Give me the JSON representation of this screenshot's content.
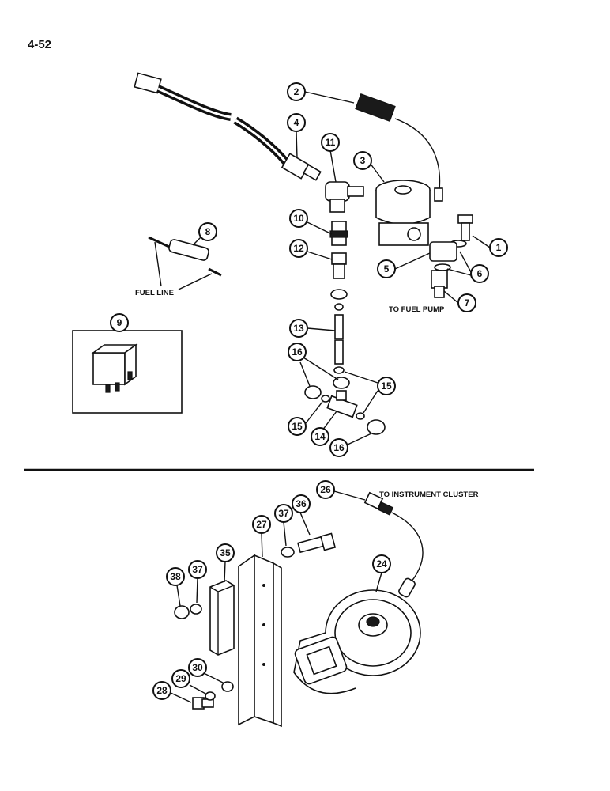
{
  "page": {
    "number": "4-52"
  },
  "labels": {
    "fuel_line": "FUEL LINE",
    "to_fuel_pump": "TO FUEL PUMP",
    "to_instrument_cluster": "TO INSTRUMENT CLUSTER"
  },
  "callouts": {
    "c1": "1",
    "c2": "2",
    "c3": "3",
    "c4": "4",
    "c5": "5",
    "c6": "6",
    "c7": "7",
    "c8": "8",
    "c9": "9",
    "c10": "10",
    "c11": "11",
    "c12": "12",
    "c13": "13",
    "c14": "14",
    "c15a": "15",
    "c15b": "15",
    "c16a": "16",
    "c16b": "16",
    "c24": "24",
    "c26": "26",
    "c27": "27",
    "c28": "28",
    "c29": "29",
    "c30": "30",
    "c35": "35",
    "c36": "36",
    "c37a": "37",
    "c37b": "37",
    "c38": "38"
  }
}
